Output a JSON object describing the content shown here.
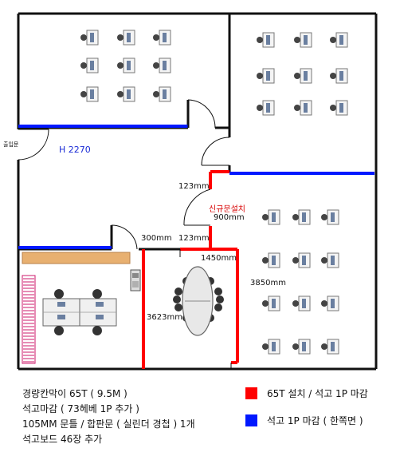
{
  "labels": {
    "exit_door": "출입문",
    "height": "H 2270",
    "new_door": "신규문설치",
    "dim_123_top": "123mm",
    "dim_900": "900mm",
    "dim_123_bottom": "123mm",
    "dim_300": "300mm",
    "dim_1450": "1450mm",
    "dim_3850": "3850mm",
    "dim_3623": "3623mm"
  },
  "notes": [
    "경량칸막이 65T ( 9.5M )",
    "석고마감 ( 73헤베 1P 추가 )",
    "105MM 문틀 / 합판문 ( 실린더 경첩 ) 1개",
    "석고보드 46장 추가"
  ],
  "legend": [
    {
      "label": "65T 설치 / 석고 1P 마감",
      "color": "#ff0000"
    },
    {
      "label": "석고 1P 마감 ( 한쪽면 )",
      "color": "#0018ff"
    }
  ],
  "colors": {
    "wall": "#111111",
    "red_partition": "#ff0000",
    "blue_finish": "#0018ff",
    "shelf": "#e8b070",
    "bookcase": "#cc1a6b"
  },
  "icons": [
    "desk-icon",
    "conference-table-icon",
    "chair-icon",
    "door-swing-icon",
    "copier-icon",
    "bookcase-icon",
    "storage-shelf-icon"
  ]
}
